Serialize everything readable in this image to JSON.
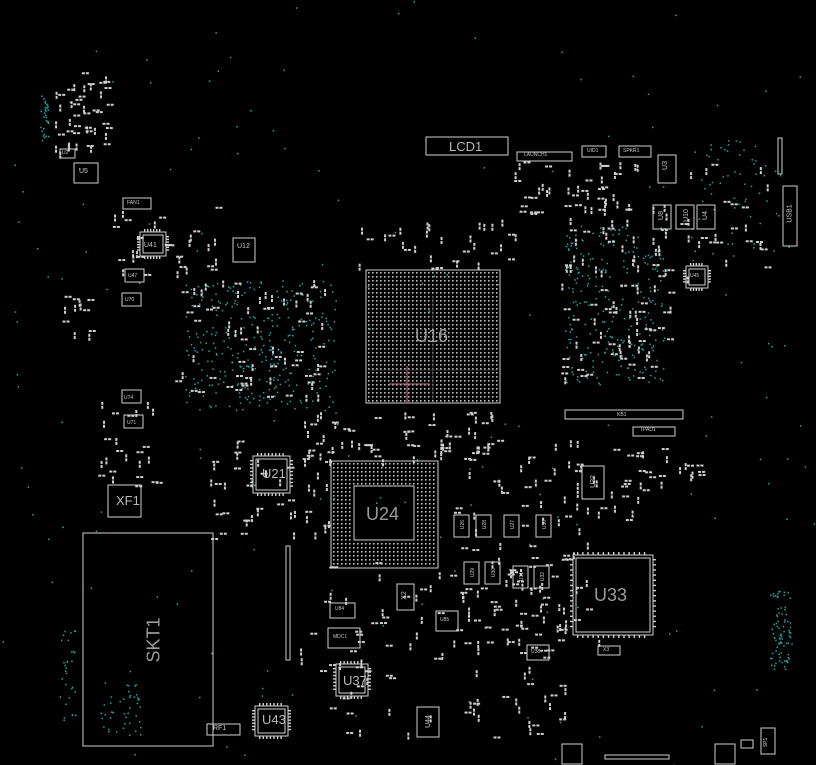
{
  "title": "",
  "labels": {
    "lcd1": "LCD1",
    "launch1": "LAUNCH1",
    "uid1": "UID1",
    "spkr1": "SPKR1",
    "u3": "U3",
    "usb1": "USB1",
    "u5": "U5",
    "u2": "U2",
    "fan1": "FAN1",
    "u41": "U41",
    "u12": "U12",
    "u16": "U16",
    "u8": "U8",
    "u10": "U10",
    "u4": "U4",
    "u45": "U45",
    "kb1": "KB1",
    "tpad1": "TPAD1",
    "u21": "U21",
    "u24": "U24",
    "u22": "U22",
    "xf1": "XF1",
    "skt1": "SKT1",
    "u33": "U33",
    "x2": "X2",
    "u84": "U84",
    "mdc1": "MDC1",
    "u85": "U85",
    "u37": "U37",
    "u38": "U38",
    "u43": "U43",
    "u44": "U44",
    "rf1": "RF1",
    "x3": "X3",
    "u26": "U26",
    "u28": "U28",
    "u27": "U27",
    "u29": "U29",
    "u30": "U30",
    "u31": "U31",
    "u32": "U32",
    "u36": "U36",
    "u47": "U47",
    "u70": "U70",
    "u71": "U71",
    "u74": "U74",
    "sp1": "SP1"
  },
  "colors": {
    "background": "#000000",
    "outline": "#d0d0d0",
    "pad": "#cfcfcf",
    "via": "#1fa7a7",
    "highlight": "#d07080"
  }
}
